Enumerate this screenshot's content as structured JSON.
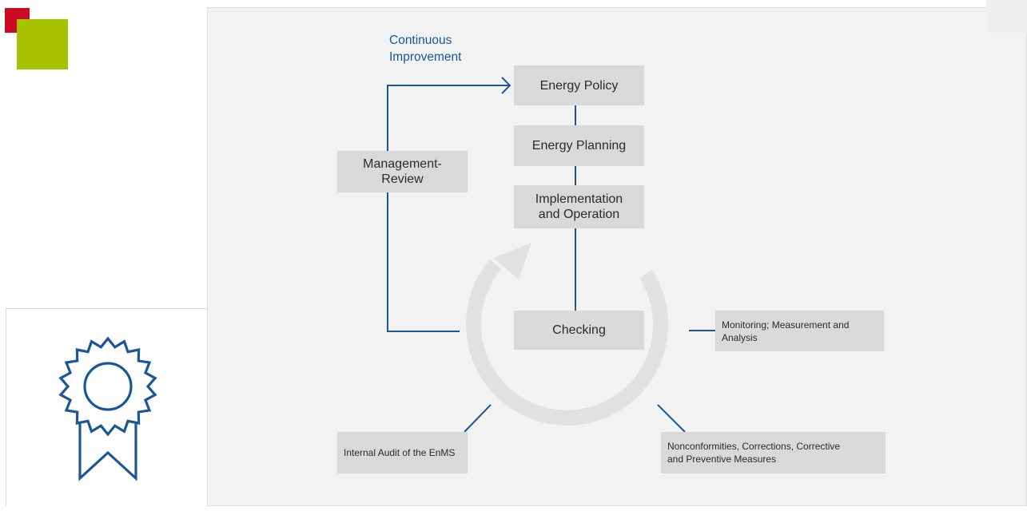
{
  "diagram": {
    "continuous_improvement": "Continuous Improvement",
    "boxes": {
      "energy_policy": "Energy Policy",
      "energy_planning": "Energy Planning",
      "implementation": "Implementation and Operation",
      "checking": "Checking",
      "management_review": "Management-Review",
      "monitoring": "Monitoring; Measurement and Analysis",
      "internal_audit": "Internal Audit of the EnMS",
      "nonconformities": "Nonconformities, Corrections, Corrective and Preventive Measures"
    }
  },
  "colors": {
    "line_blue": "#1b5796",
    "box_gray": "#d9d9d9",
    "cycle_arrow": "#e1e1e1",
    "logo_red": "#cc0a26",
    "logo_green": "#a7c300"
  },
  "icons": {
    "logo": "brand-logo-squares",
    "badge": "award-rosette-icon",
    "cycle": "circular-arrow-icon"
  }
}
